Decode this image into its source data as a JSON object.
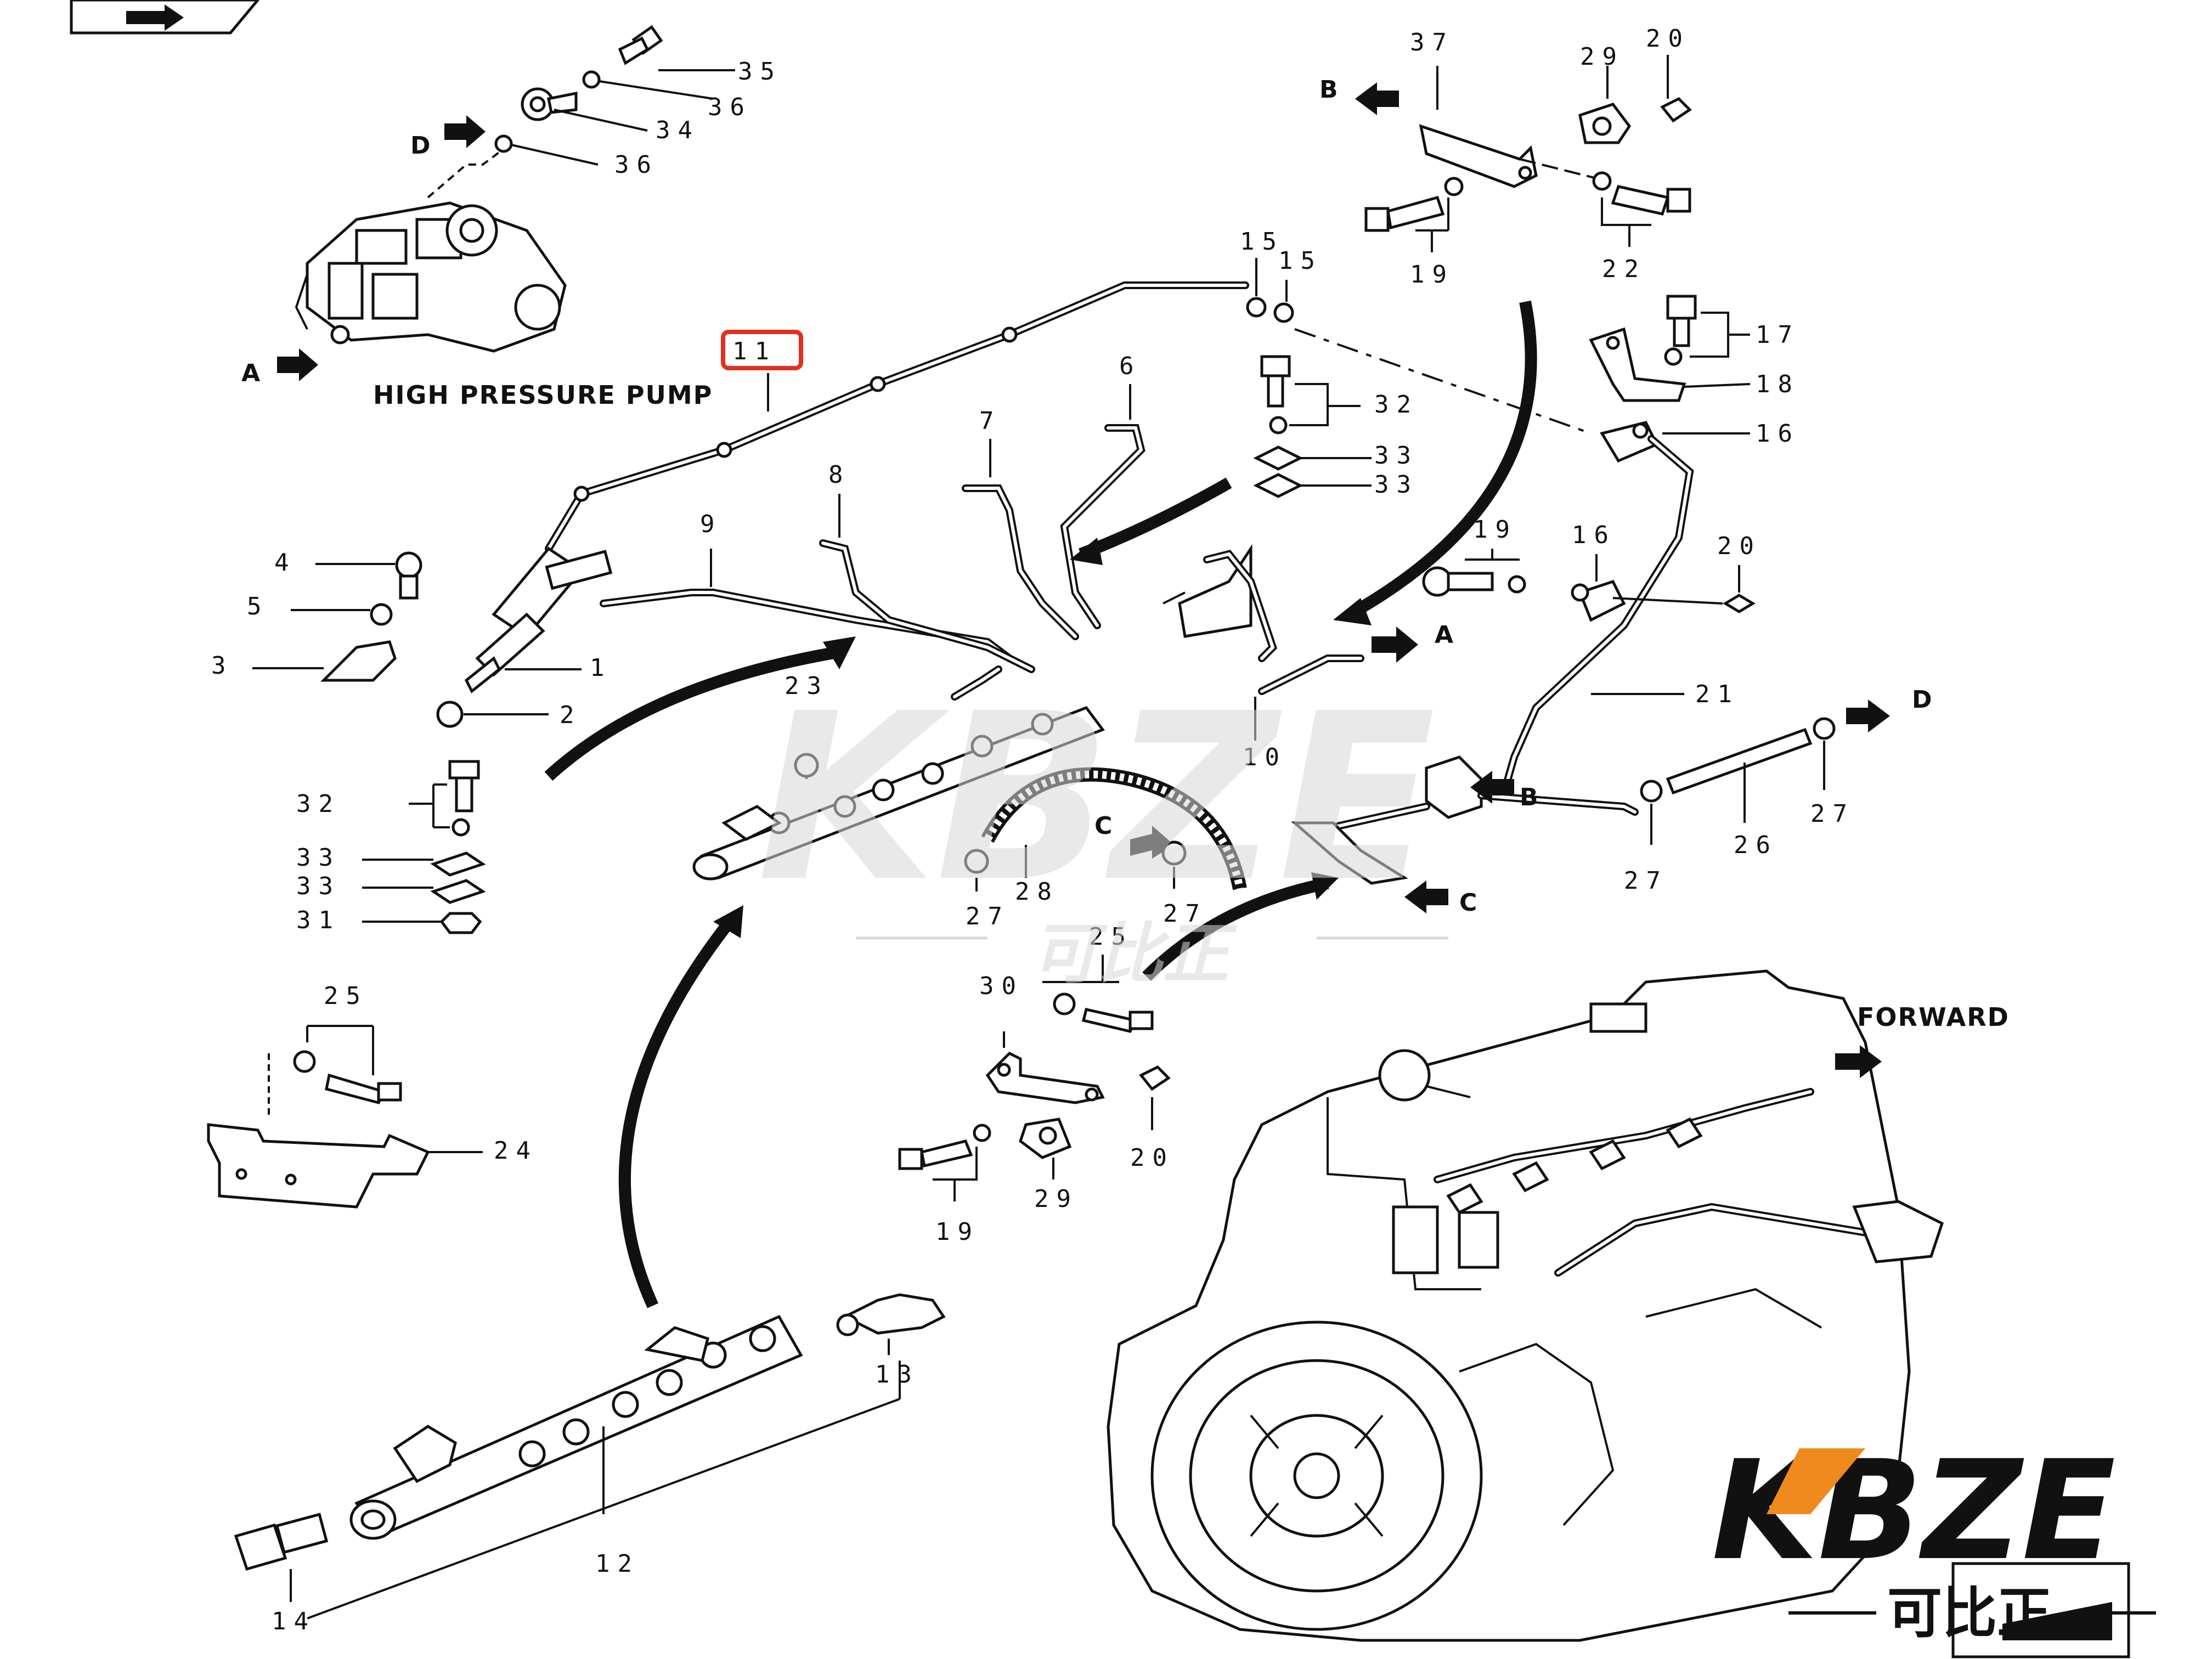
{
  "labels": {
    "pump_title": "HIGH PRESSURE PUMP",
    "forward": "FORWARD",
    "ref_a": "A",
    "ref_b": "B",
    "ref_c": "C",
    "ref_d": "D",
    "highlighted_part": "11"
  },
  "part_numbers": {
    "p1": "1",
    "p2": "2",
    "p3": "3",
    "p4": "4",
    "p5": "5",
    "p6": "6",
    "p7": "7",
    "p8": "8",
    "p9": "9",
    "p10": "10",
    "p11": "11",
    "p12": "12",
    "p13": "13",
    "p14": "14",
    "p15a": "15",
    "p15b": "15",
    "p16a": "16",
    "p16b": "16",
    "p17": "17",
    "p18": "18",
    "p19a": "19",
    "p19b": "19",
    "p19c": "19",
    "p20a": "20",
    "p20b": "20",
    "p20c": "20",
    "p21": "21",
    "p22": "22",
    "p23": "23",
    "p24": "24",
    "p25a": "25",
    "p25b": "25",
    "p26": "26",
    "p27a": "27",
    "p27b": "27",
    "p27c": "27",
    "p27d": "27",
    "p28": "28",
    "p29a": "29",
    "p29b": "29",
    "p30": "30",
    "p31": "31",
    "p32a": "32",
    "p32b": "32",
    "p33a": "33",
    "p33b": "33",
    "p33c": "33",
    "p33d": "33",
    "p34": "34",
    "p35": "35",
    "p36a": "36",
    "p36b": "36",
    "p37": "37"
  },
  "watermark": {
    "brand": "KBZE",
    "cn": "可比正"
  },
  "logo": {
    "brand": "KBZE",
    "cn": "可比正"
  },
  "colors": {
    "highlight": "#e0301e",
    "ink": "#111111",
    "logo_accent": "#f08a1c"
  }
}
